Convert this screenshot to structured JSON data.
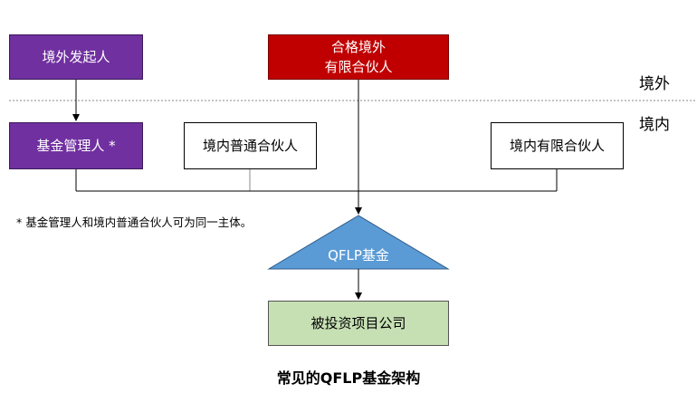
{
  "zones": {
    "offshore": "境外",
    "onshore": "境内"
  },
  "nodes": {
    "foreign_sponsor": "境外发起人",
    "qualified_foreign_lp": "合格境外\n有限合伙人",
    "fund_manager": "基金管理人 *",
    "domestic_gp": "境内普通合伙人",
    "domestic_lp": "境内有限合伙人",
    "qflp_fund": "QFLP基金",
    "portfolio_company": "被投资项目公司"
  },
  "note": "* 基金管理人和境内普通合伙人可为同一主体。",
  "caption": "常见的QFLP基金架构",
  "colors": {
    "sponsor": "#7030a0",
    "qflp_lp": "#c00000",
    "fund": "#5b9bd5",
    "company": "#c6e0b4"
  }
}
